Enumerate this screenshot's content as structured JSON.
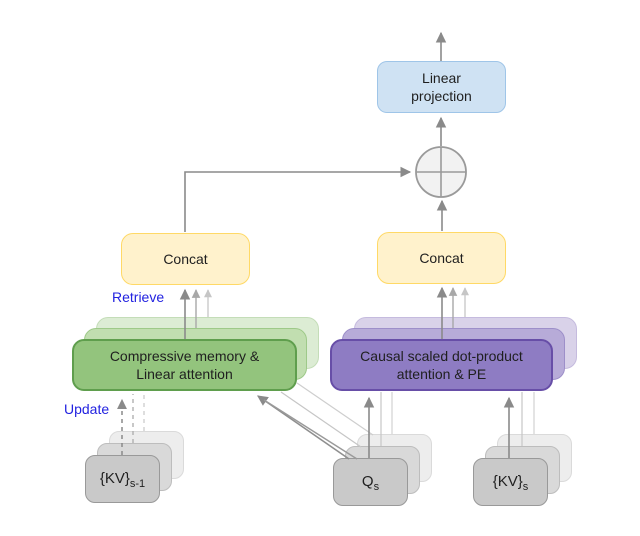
{
  "nodes": {
    "linear_projection": {
      "line1": "Linear",
      "line2": "projection"
    },
    "concat_left": {
      "label": "Concat"
    },
    "concat_right": {
      "label": "Concat"
    },
    "compressive_memory": {
      "line1": "Compressive memory &",
      "line2": "Linear attention"
    },
    "causal_attention": {
      "line1": "Causal scaled dot-product",
      "line2": "attention & PE"
    },
    "kv_prev": {
      "base": "{KV}",
      "sub": "s-1"
    },
    "q_cur": {
      "base": "Q",
      "sub": "s"
    },
    "kv_cur": {
      "base": "{KV}",
      "sub": "s"
    }
  },
  "labels": {
    "retrieve": "Retrieve",
    "update": "Update"
  },
  "palette": {
    "background": "#ffffff",
    "blue_fill": "#cfe2f3",
    "blue_border": "#9fc5e8",
    "yellow_fill": "#fff2cc",
    "yellow_border": "#ffd966",
    "green_fill": "#93c47d",
    "green_border": "#5f9e4d",
    "green_mid_fill": "#c1deb0",
    "green_back_fill": "#dcecd4",
    "purple_fill": "#8e7cc3",
    "purple_border": "#674ea7",
    "purple_mid_fill": "#b7abd8",
    "purple_back_fill": "#d9d2e9",
    "gray_fill": "#c9c9c9",
    "gray_border": "#999999",
    "circle_fill": "#f2f2f2",
    "arrow_dark": "#8a8a8a",
    "arrow_mid": "#a8a8a8",
    "arrow_light": "#c6c6c6",
    "label_blue": "#2222e0",
    "text": "#1f1f1f"
  }
}
